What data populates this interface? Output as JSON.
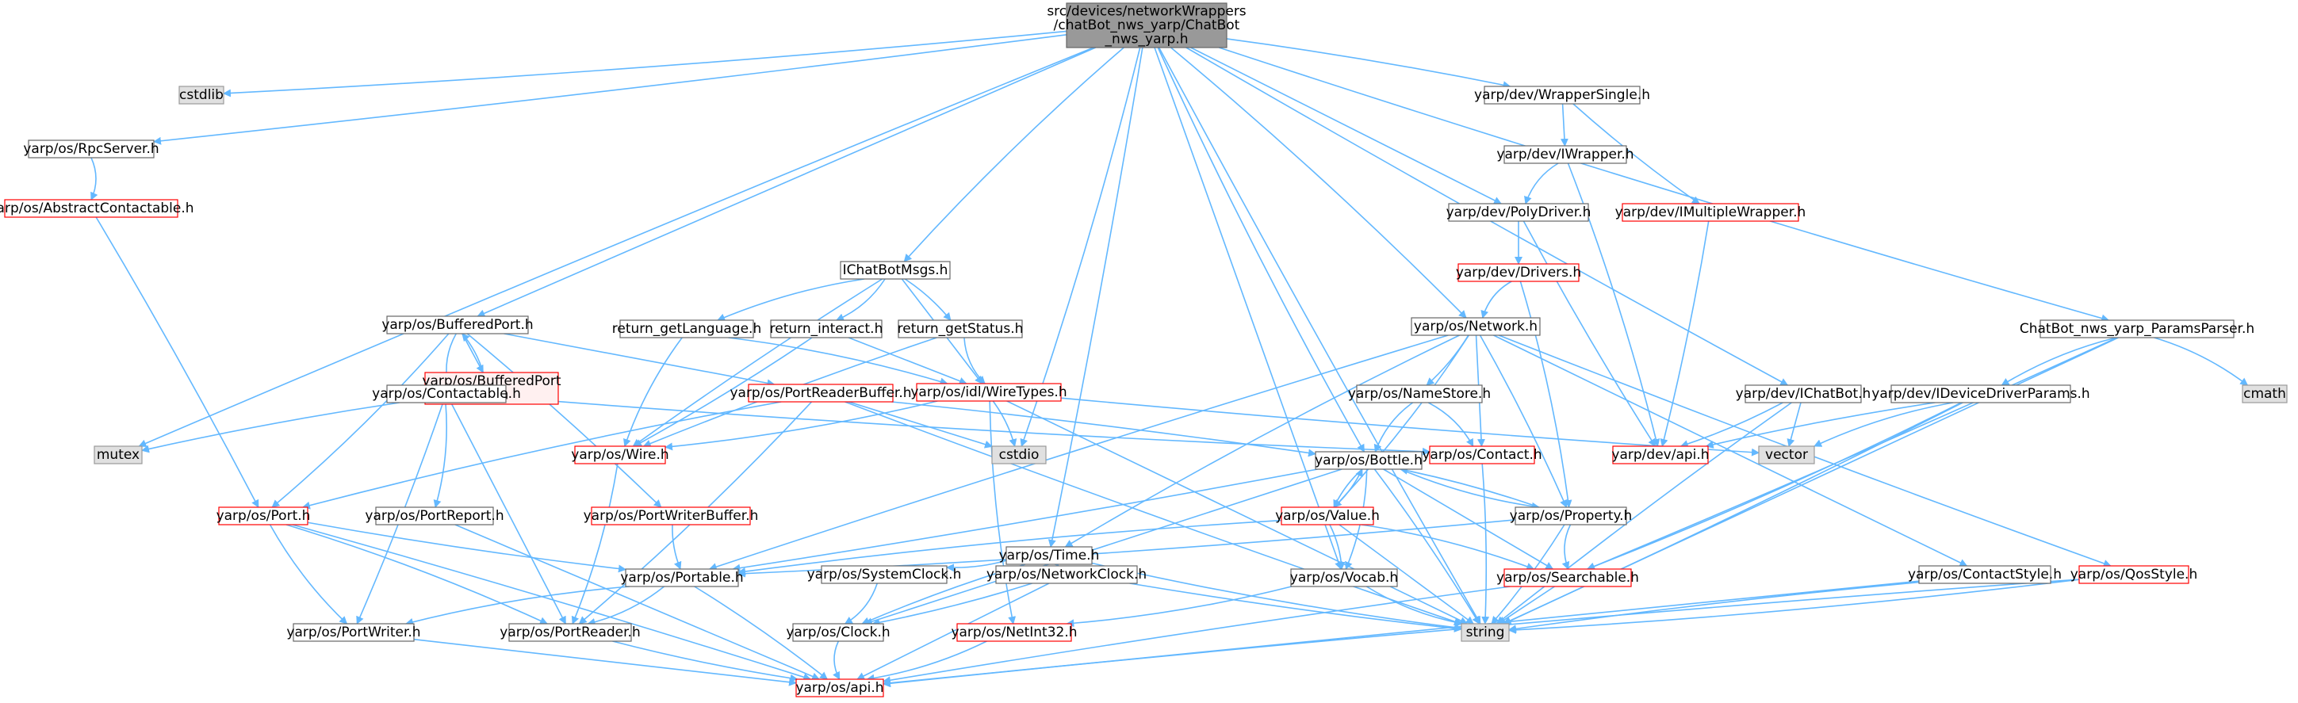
{
  "colors": {
    "edge": "#63b8ff",
    "root_fill": "#999999",
    "plain_border": "#666666",
    "missing_fill": "#e0e0e0",
    "missing_border": "#999999",
    "truncated_border": "#ff0000",
    "truncated_fill": "#fff0f0",
    "text": "#000000"
  },
  "nodes": [
    {
      "id": "root",
      "lines": [
        "src/devices/networkWrappers",
        "/chatBot_nws_yarp/ChatBot",
        "_nws_yarp.h"
      ],
      "style": "root"
    },
    {
      "id": "cstdlib",
      "lines": [
        "cstdlib"
      ],
      "style": "missing"
    },
    {
      "id": "rpcserver",
      "lines": [
        "yarp/os/RpcServer.h"
      ],
      "style": "plain"
    },
    {
      "id": "abstractcontactable",
      "lines": [
        "yarp/os/AbstractContactable.h"
      ],
      "style": "truncated"
    },
    {
      "id": "bufferedport",
      "lines": [
        "yarp/os/BufferedPort.h"
      ],
      "style": "plain"
    },
    {
      "id": "bufferedportinl",
      "lines": [
        "yarp/os/BufferedPort",
        "-inl.h"
      ],
      "style": "truncated"
    },
    {
      "id": "contactable",
      "lines": [
        "yarp/os/Contactable.h"
      ],
      "style": "plain"
    },
    {
      "id": "mutex",
      "lines": [
        "mutex"
      ],
      "style": "missing"
    },
    {
      "id": "port",
      "lines": [
        "yarp/os/Port.h"
      ],
      "style": "truncated"
    },
    {
      "id": "portreport",
      "lines": [
        "yarp/os/PortReport.h"
      ],
      "style": "plain"
    },
    {
      "id": "portwriterbuffer",
      "lines": [
        "yarp/os/PortWriterBuffer.h"
      ],
      "style": "truncated"
    },
    {
      "id": "portreaderbuffer",
      "lines": [
        "yarp/os/PortReaderBuffer.h"
      ],
      "style": "truncated"
    },
    {
      "id": "portable",
      "lines": [
        "yarp/os/Portable.h"
      ],
      "style": "plain"
    },
    {
      "id": "portwriter",
      "lines": [
        "yarp/os/PortWriter.h"
      ],
      "style": "plain"
    },
    {
      "id": "portreader",
      "lines": [
        "yarp/os/PortReader.h"
      ],
      "style": "plain"
    },
    {
      "id": "osapi",
      "lines": [
        "yarp/os/api.h"
      ],
      "style": "truncated"
    },
    {
      "id": "ichatbotmsgs",
      "lines": [
        "IChatBotMsgs.h"
      ],
      "style": "plain"
    },
    {
      "id": "retlang",
      "lines": [
        "return_getLanguage.h"
      ],
      "style": "plain"
    },
    {
      "id": "retinteract",
      "lines": [
        "return_interact.h"
      ],
      "style": "plain"
    },
    {
      "id": "retstatus",
      "lines": [
        "return_getStatus.h"
      ],
      "style": "plain"
    },
    {
      "id": "wiretypes",
      "lines": [
        "yarp/os/idl/WireTypes.h"
      ],
      "style": "truncated"
    },
    {
      "id": "wire",
      "lines": [
        "yarp/os/Wire.h"
      ],
      "style": "truncated"
    },
    {
      "id": "cstdio",
      "lines": [
        "cstdio"
      ],
      "style": "missing"
    },
    {
      "id": "time",
      "lines": [
        "yarp/os/Time.h"
      ],
      "style": "plain"
    },
    {
      "id": "systemclock",
      "lines": [
        "yarp/os/SystemClock.h"
      ],
      "style": "plain"
    },
    {
      "id": "networkclock",
      "lines": [
        "yarp/os/NetworkClock.h"
      ],
      "style": "plain"
    },
    {
      "id": "clock",
      "lines": [
        "yarp/os/Clock.h"
      ],
      "style": "plain"
    },
    {
      "id": "netint32",
      "lines": [
        "yarp/os/NetInt32.h"
      ],
      "style": "truncated"
    },
    {
      "id": "network",
      "lines": [
        "yarp/os/Network.h"
      ],
      "style": "plain"
    },
    {
      "id": "namestore",
      "lines": [
        "yarp/os/NameStore.h"
      ],
      "style": "plain"
    },
    {
      "id": "bottle",
      "lines": [
        "yarp/os/Bottle.h"
      ],
      "style": "plain"
    },
    {
      "id": "contact",
      "lines": [
        "yarp/os/Contact.h"
      ],
      "style": "truncated"
    },
    {
      "id": "value",
      "lines": [
        "yarp/os/Value.h"
      ],
      "style": "truncated"
    },
    {
      "id": "property",
      "lines": [
        "yarp/os/Property.h"
      ],
      "style": "plain"
    },
    {
      "id": "searchable",
      "lines": [
        "yarp/os/Searchable.h"
      ],
      "style": "truncated"
    },
    {
      "id": "vocab",
      "lines": [
        "yarp/os/Vocab.h"
      ],
      "style": "plain"
    },
    {
      "id": "string",
      "lines": [
        "string"
      ],
      "style": "missing"
    },
    {
      "id": "wrappersingle",
      "lines": [
        "yarp/dev/WrapperSingle.h"
      ],
      "style": "plain"
    },
    {
      "id": "iwrapper",
      "lines": [
        "yarp/dev/IWrapper.h"
      ],
      "style": "plain"
    },
    {
      "id": "imultiplewrapper",
      "lines": [
        "yarp/dev/IMultipleWrapper.h"
      ],
      "style": "truncated"
    },
    {
      "id": "polydriver",
      "lines": [
        "yarp/dev/PolyDriver.h"
      ],
      "style": "plain"
    },
    {
      "id": "drivers",
      "lines": [
        "yarp/dev/Drivers.h"
      ],
      "style": "truncated"
    },
    {
      "id": "devapi",
      "lines": [
        "yarp/dev/api.h"
      ],
      "style": "truncated"
    },
    {
      "id": "ichatbot",
      "lines": [
        "yarp/dev/IChatBot.h"
      ],
      "style": "plain"
    },
    {
      "id": "vector",
      "lines": [
        "vector"
      ],
      "style": "missing"
    },
    {
      "id": "paramsparser",
      "lines": [
        "ChatBot_nws_yarp_ParamsParser.h"
      ],
      "style": "plain"
    },
    {
      "id": "cmath",
      "lines": [
        "cmath"
      ],
      "style": "missing"
    },
    {
      "id": "ideviceparams",
      "lines": [
        "yarp/dev/IDeviceDriverParams.h"
      ],
      "style": "plain"
    },
    {
      "id": "contactstyle",
      "lines": [
        "yarp/os/ContactStyle.h"
      ],
      "style": "plain"
    },
    {
      "id": "qosstyle",
      "lines": [
        "yarp/os/QosStyle.h"
      ],
      "style": "truncated"
    }
  ],
  "edges": [
    [
      "root",
      "cstdlib"
    ],
    [
      "root",
      "rpcserver"
    ],
    [
      "root",
      "bufferedport"
    ],
    [
      "root",
      "mutex"
    ],
    [
      "root",
      "ichatbotmsgs"
    ],
    [
      "root",
      "cstdio"
    ],
    [
      "root",
      "time"
    ],
    [
      "root",
      "vocab"
    ],
    [
      "root",
      "string"
    ],
    [
      "root",
      "bottle"
    ],
    [
      "root",
      "network"
    ],
    [
      "root",
      "wrappersingle"
    ],
    [
      "root",
      "polydriver"
    ],
    [
      "root",
      "ichatbot"
    ],
    [
      "root",
      "paramsparser"
    ],
    [
      "rpcserver",
      "abstractcontactable"
    ],
    [
      "abstractcontactable",
      "port"
    ],
    [
      "bufferedport",
      "bufferedportinl"
    ],
    [
      "bufferedportinl",
      "bufferedport"
    ],
    [
      "bufferedport",
      "contactable"
    ],
    [
      "bufferedport",
      "port"
    ],
    [
      "bufferedport",
      "portwriterbuffer"
    ],
    [
      "bufferedport",
      "portreaderbuffer"
    ],
    [
      "contactable",
      "mutex"
    ],
    [
      "contactable",
      "contact"
    ],
    [
      "contactable",
      "portreport"
    ],
    [
      "contactable",
      "portwriter"
    ],
    [
      "contactable",
      "portreader"
    ],
    [
      "port",
      "portable"
    ],
    [
      "port",
      "portwriter"
    ],
    [
      "port",
      "portreader"
    ],
    [
      "port",
      "osapi"
    ],
    [
      "portreport",
      "osapi"
    ],
    [
      "portwriterbuffer",
      "portable"
    ],
    [
      "portreaderbuffer",
      "port"
    ],
    [
      "portreaderbuffer",
      "portreader"
    ],
    [
      "portreaderbuffer",
      "bottle"
    ],
    [
      "portreaderbuffer",
      "cstdio"
    ],
    [
      "portreaderbuffer",
      "string"
    ],
    [
      "portable",
      "portwriter"
    ],
    [
      "portable",
      "portreader"
    ],
    [
      "portable",
      "osapi"
    ],
    [
      "portwriter",
      "osapi"
    ],
    [
      "portreader",
      "osapi"
    ],
    [
      "ichatbotmsgs",
      "retlang"
    ],
    [
      "ichatbotmsgs",
      "retinteract"
    ],
    [
      "ichatbotmsgs",
      "retstatus"
    ],
    [
      "ichatbotmsgs",
      "wiretypes"
    ],
    [
      "ichatbotmsgs",
      "wire"
    ],
    [
      "retlang",
      "wire"
    ],
    [
      "retlang",
      "wiretypes"
    ],
    [
      "retinteract",
      "wire"
    ],
    [
      "retinteract",
      "wiretypes"
    ],
    [
      "retstatus",
      "wire"
    ],
    [
      "retstatus",
      "wiretypes"
    ],
    [
      "wiretypes",
      "wire"
    ],
    [
      "wiretypes",
      "cstdio"
    ],
    [
      "wiretypes",
      "string"
    ],
    [
      "wiretypes",
      "vector"
    ],
    [
      "wiretypes",
      "netint32"
    ],
    [
      "wire",
      "portreader"
    ],
    [
      "time",
      "systemclock"
    ],
    [
      "time",
      "networkclock"
    ],
    [
      "time",
      "clock"
    ],
    [
      "time",
      "string"
    ],
    [
      "systemclock",
      "clock"
    ],
    [
      "networkclock",
      "clock"
    ],
    [
      "networkclock",
      "osapi"
    ],
    [
      "networkclock",
      "string"
    ],
    [
      "clock",
      "osapi"
    ],
    [
      "netint32",
      "osapi"
    ],
    [
      "network",
      "namestore"
    ],
    [
      "network",
      "contact"
    ],
    [
      "network",
      "portable"
    ],
    [
      "network",
      "time"
    ],
    [
      "network",
      "value"
    ],
    [
      "network",
      "property"
    ],
    [
      "network",
      "contactstyle"
    ],
    [
      "network",
      "qosstyle"
    ],
    [
      "namestore",
      "bottle"
    ],
    [
      "namestore",
      "contact"
    ],
    [
      "bottle",
      "portable"
    ],
    [
      "bottle",
      "searchable"
    ],
    [
      "bottle",
      "value"
    ],
    [
      "bottle",
      "property"
    ],
    [
      "bottle",
      "vocab"
    ],
    [
      "bottle",
      "string"
    ],
    [
      "bottle",
      "clock"
    ],
    [
      "value",
      "bottle"
    ],
    [
      "value",
      "portable"
    ],
    [
      "value",
      "searchable"
    ],
    [
      "value",
      "vocab"
    ],
    [
      "value",
      "string"
    ],
    [
      "property",
      "bottle"
    ],
    [
      "property",
      "searchable"
    ],
    [
      "property",
      "portable"
    ],
    [
      "property",
      "string"
    ],
    [
      "searchable",
      "string"
    ],
    [
      "searchable",
      "osapi"
    ],
    [
      "vocab",
      "string"
    ],
    [
      "vocab",
      "netint32"
    ],
    [
      "contact",
      "string"
    ],
    [
      "wrappersingle",
      "iwrapper"
    ],
    [
      "wrappersingle",
      "imultiplewrapper"
    ],
    [
      "iwrapper",
      "polydriver"
    ],
    [
      "iwrapper",
      "devapi"
    ],
    [
      "imultiplewrapper",
      "devapi"
    ],
    [
      "polydriver",
      "drivers"
    ],
    [
      "polydriver",
      "devapi"
    ],
    [
      "drivers",
      "network"
    ],
    [
      "drivers",
      "property"
    ],
    [
      "ichatbot",
      "devapi"
    ],
    [
      "ichatbot",
      "vector"
    ],
    [
      "ichatbot",
      "string"
    ],
    [
      "paramsparser",
      "ideviceparams"
    ],
    [
      "paramsparser",
      "cmath"
    ],
    [
      "paramsparser",
      "searchable"
    ],
    [
      "paramsparser",
      "string"
    ],
    [
      "ideviceparams",
      "devapi"
    ],
    [
      "ideviceparams",
      "vector"
    ],
    [
      "ideviceparams",
      "searchable"
    ],
    [
      "ideviceparams",
      "string"
    ],
    [
      "contactstyle",
      "osapi"
    ],
    [
      "contactstyle",
      "string"
    ],
    [
      "qosstyle",
      "osapi"
    ],
    [
      "qosstyle",
      "string"
    ]
  ]
}
